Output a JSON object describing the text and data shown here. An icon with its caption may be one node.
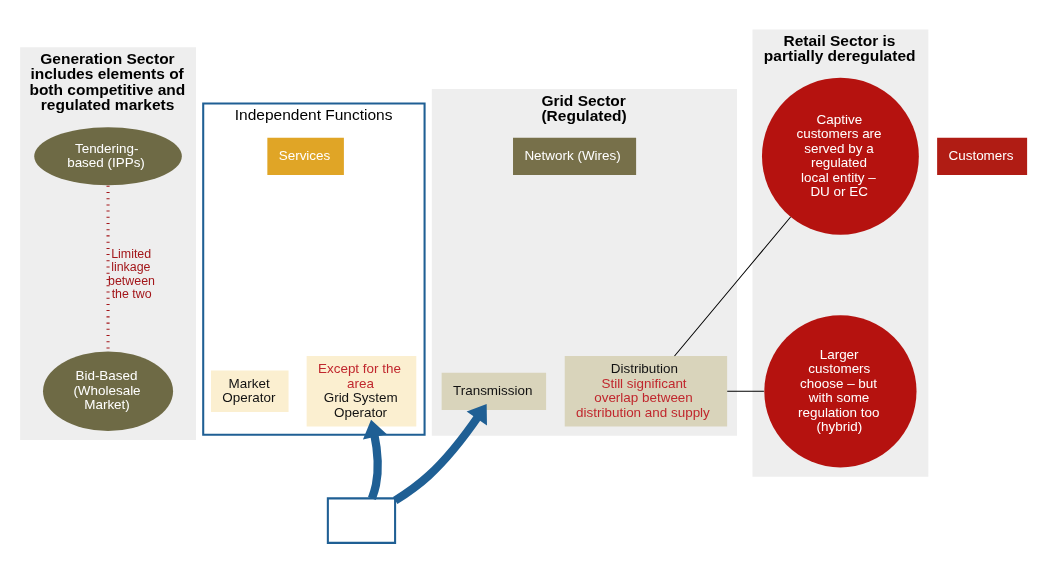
{
  "diagram": {
    "nodes": [
      {
        "text": [
          "Generation Sector includes elements of both competitive and regulated markets"
        ]
      },
      {
        "text": [
          "Tendering-based (IPPs)"
        ],
        "in": 0
      },
      {
        "text": [
          "Bid-Based (Wholesale Market)"
        ],
        "in": 0
      },
      {
        "text": [
          "Independent Functions"
        ]
      },
      {
        "text": [
          "Services"
        ],
        "in": 3
      },
      {
        "text": [
          "Market Operator"
        ],
        "in": 3
      },
      {
        "text": [
          "Except for the area",
          "Grid System Operator"
        ],
        "in": 3
      },
      {
        "text": [
          "Grid Sector (Regulated)"
        ]
      },
      {
        "text": [
          "Network (Wires)"
        ],
        "in": 7
      },
      {
        "text": [
          "Transmission"
        ],
        "in": 7
      },
      {
        "text": [
          "Distribution",
          "Still significant overlap between distribution and supply"
        ],
        "in": 7
      },
      {
        "text": [],
        "shape": "box"
      },
      {
        "text": [
          "Retail Sector is partially deregulated"
        ]
      },
      {
        "text": [
          "Captive customers are served by a regulated local entity – DU or EC"
        ],
        "in": 12
      },
      {
        "text": [
          "Larger customers choose – but with some regulation too (hybrid)"
        ],
        "in": 12
      },
      {
        "text": [
          "Customers"
        ]
      }
    ],
    "edges": [
      {
        "from": 1,
        "to": 2,
        "arrow": "none",
        "label": "Limited linkage between the two",
        "style": "dashed",
        "color": "#a3161a"
      },
      {
        "from": 11,
        "to": 6,
        "arrow": "to",
        "style": "thick",
        "color": "#1f5f94"
      },
      {
        "from": 11,
        "to": 9,
        "arrow": "to",
        "style": "thick",
        "color": "#1f5f94"
      },
      {
        "from": 10,
        "to": 13,
        "arrow": "none",
        "color": "#000000"
      },
      {
        "from": 10,
        "to": 14,
        "arrow": "none",
        "color": "#000000"
      }
    ]
  }
}
